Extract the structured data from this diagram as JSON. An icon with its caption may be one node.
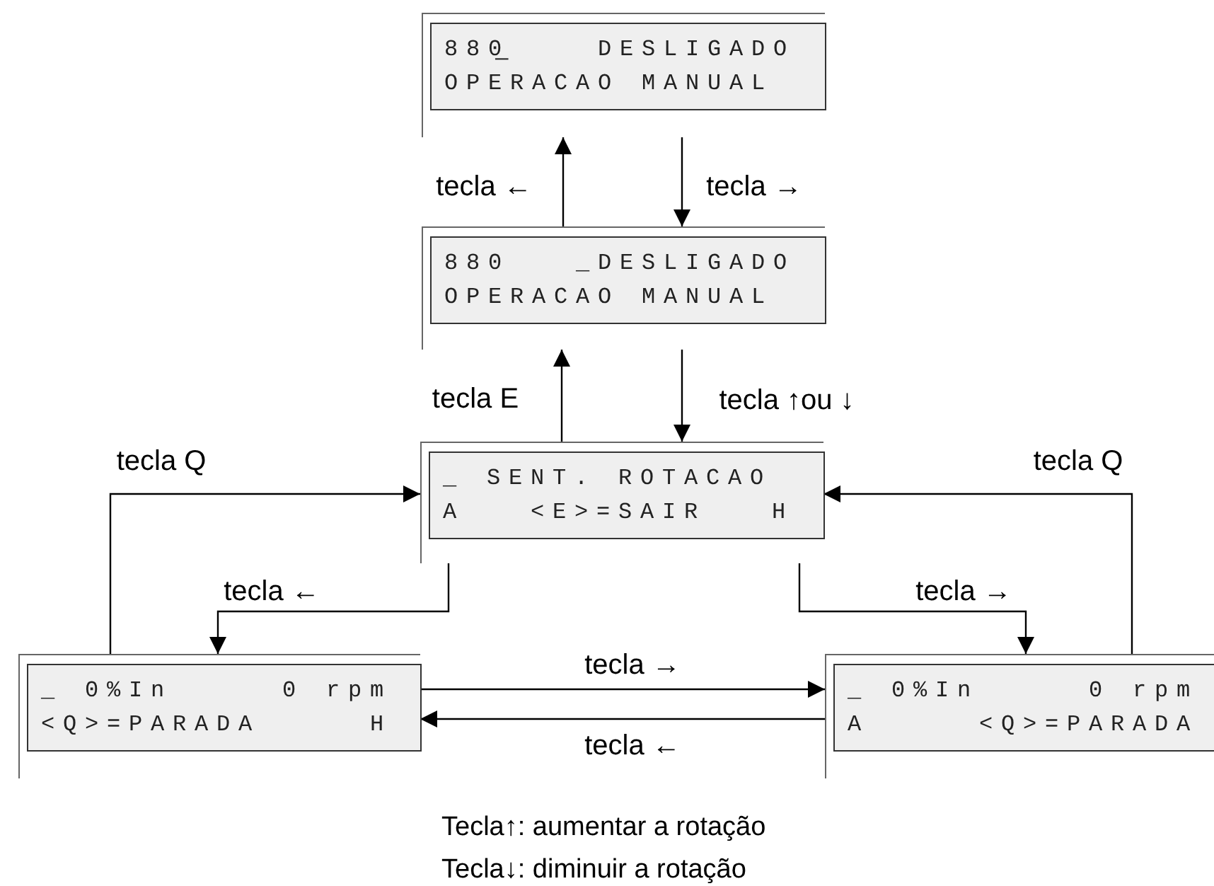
{
  "diagram": {
    "nodes": [
      {
        "text": [
          "880̲    DESLIGADO",
          "OPERACAO MANUAL"
        ]
      },
      {
        "text": [
          "880   _DESLIGADO",
          "OPERACAO MANUAL"
        ]
      },
      {
        "text": [
          "_ SENT. ROTACAO",
          "A   <E>=SAIR   H"
        ]
      },
      {
        "text": [
          "_ 0%In     0 rpm",
          "<Q>=PARADA     H"
        ]
      },
      {
        "text": [
          "_ 0%In     0 rpm",
          "A     <Q>=PARADA"
        ]
      }
    ],
    "edges": [
      {
        "from": 0,
        "to": 1,
        "arrow": "to",
        "label": "tecla →"
      },
      {
        "from": 1,
        "to": 0,
        "arrow": "to",
        "label": "tecla ←"
      },
      {
        "from": 1,
        "to": 2,
        "arrow": "to",
        "label": "tecla ↑ou ↓"
      },
      {
        "from": 2,
        "to": 1,
        "arrow": "to",
        "label": "tecla E"
      },
      {
        "from": 2,
        "to": 3,
        "arrow": "to",
        "label": "tecla ←"
      },
      {
        "from": 2,
        "to": 4,
        "arrow": "to",
        "label": "tecla →"
      },
      {
        "from": 3,
        "to": 2,
        "arrow": "to",
        "label": "tecla Q"
      },
      {
        "from": 4,
        "to": 2,
        "arrow": "to",
        "label": "tecla Q"
      },
      {
        "from": 3,
        "to": 4,
        "arrow": "to",
        "label": "tecla →"
      },
      {
        "from": 4,
        "to": 3,
        "arrow": "to",
        "label": "tecla ←"
      }
    ],
    "labels": [
      "Tecla↑: aumentar a rotação",
      "Tecla↓: diminuir a rotação"
    ]
  }
}
